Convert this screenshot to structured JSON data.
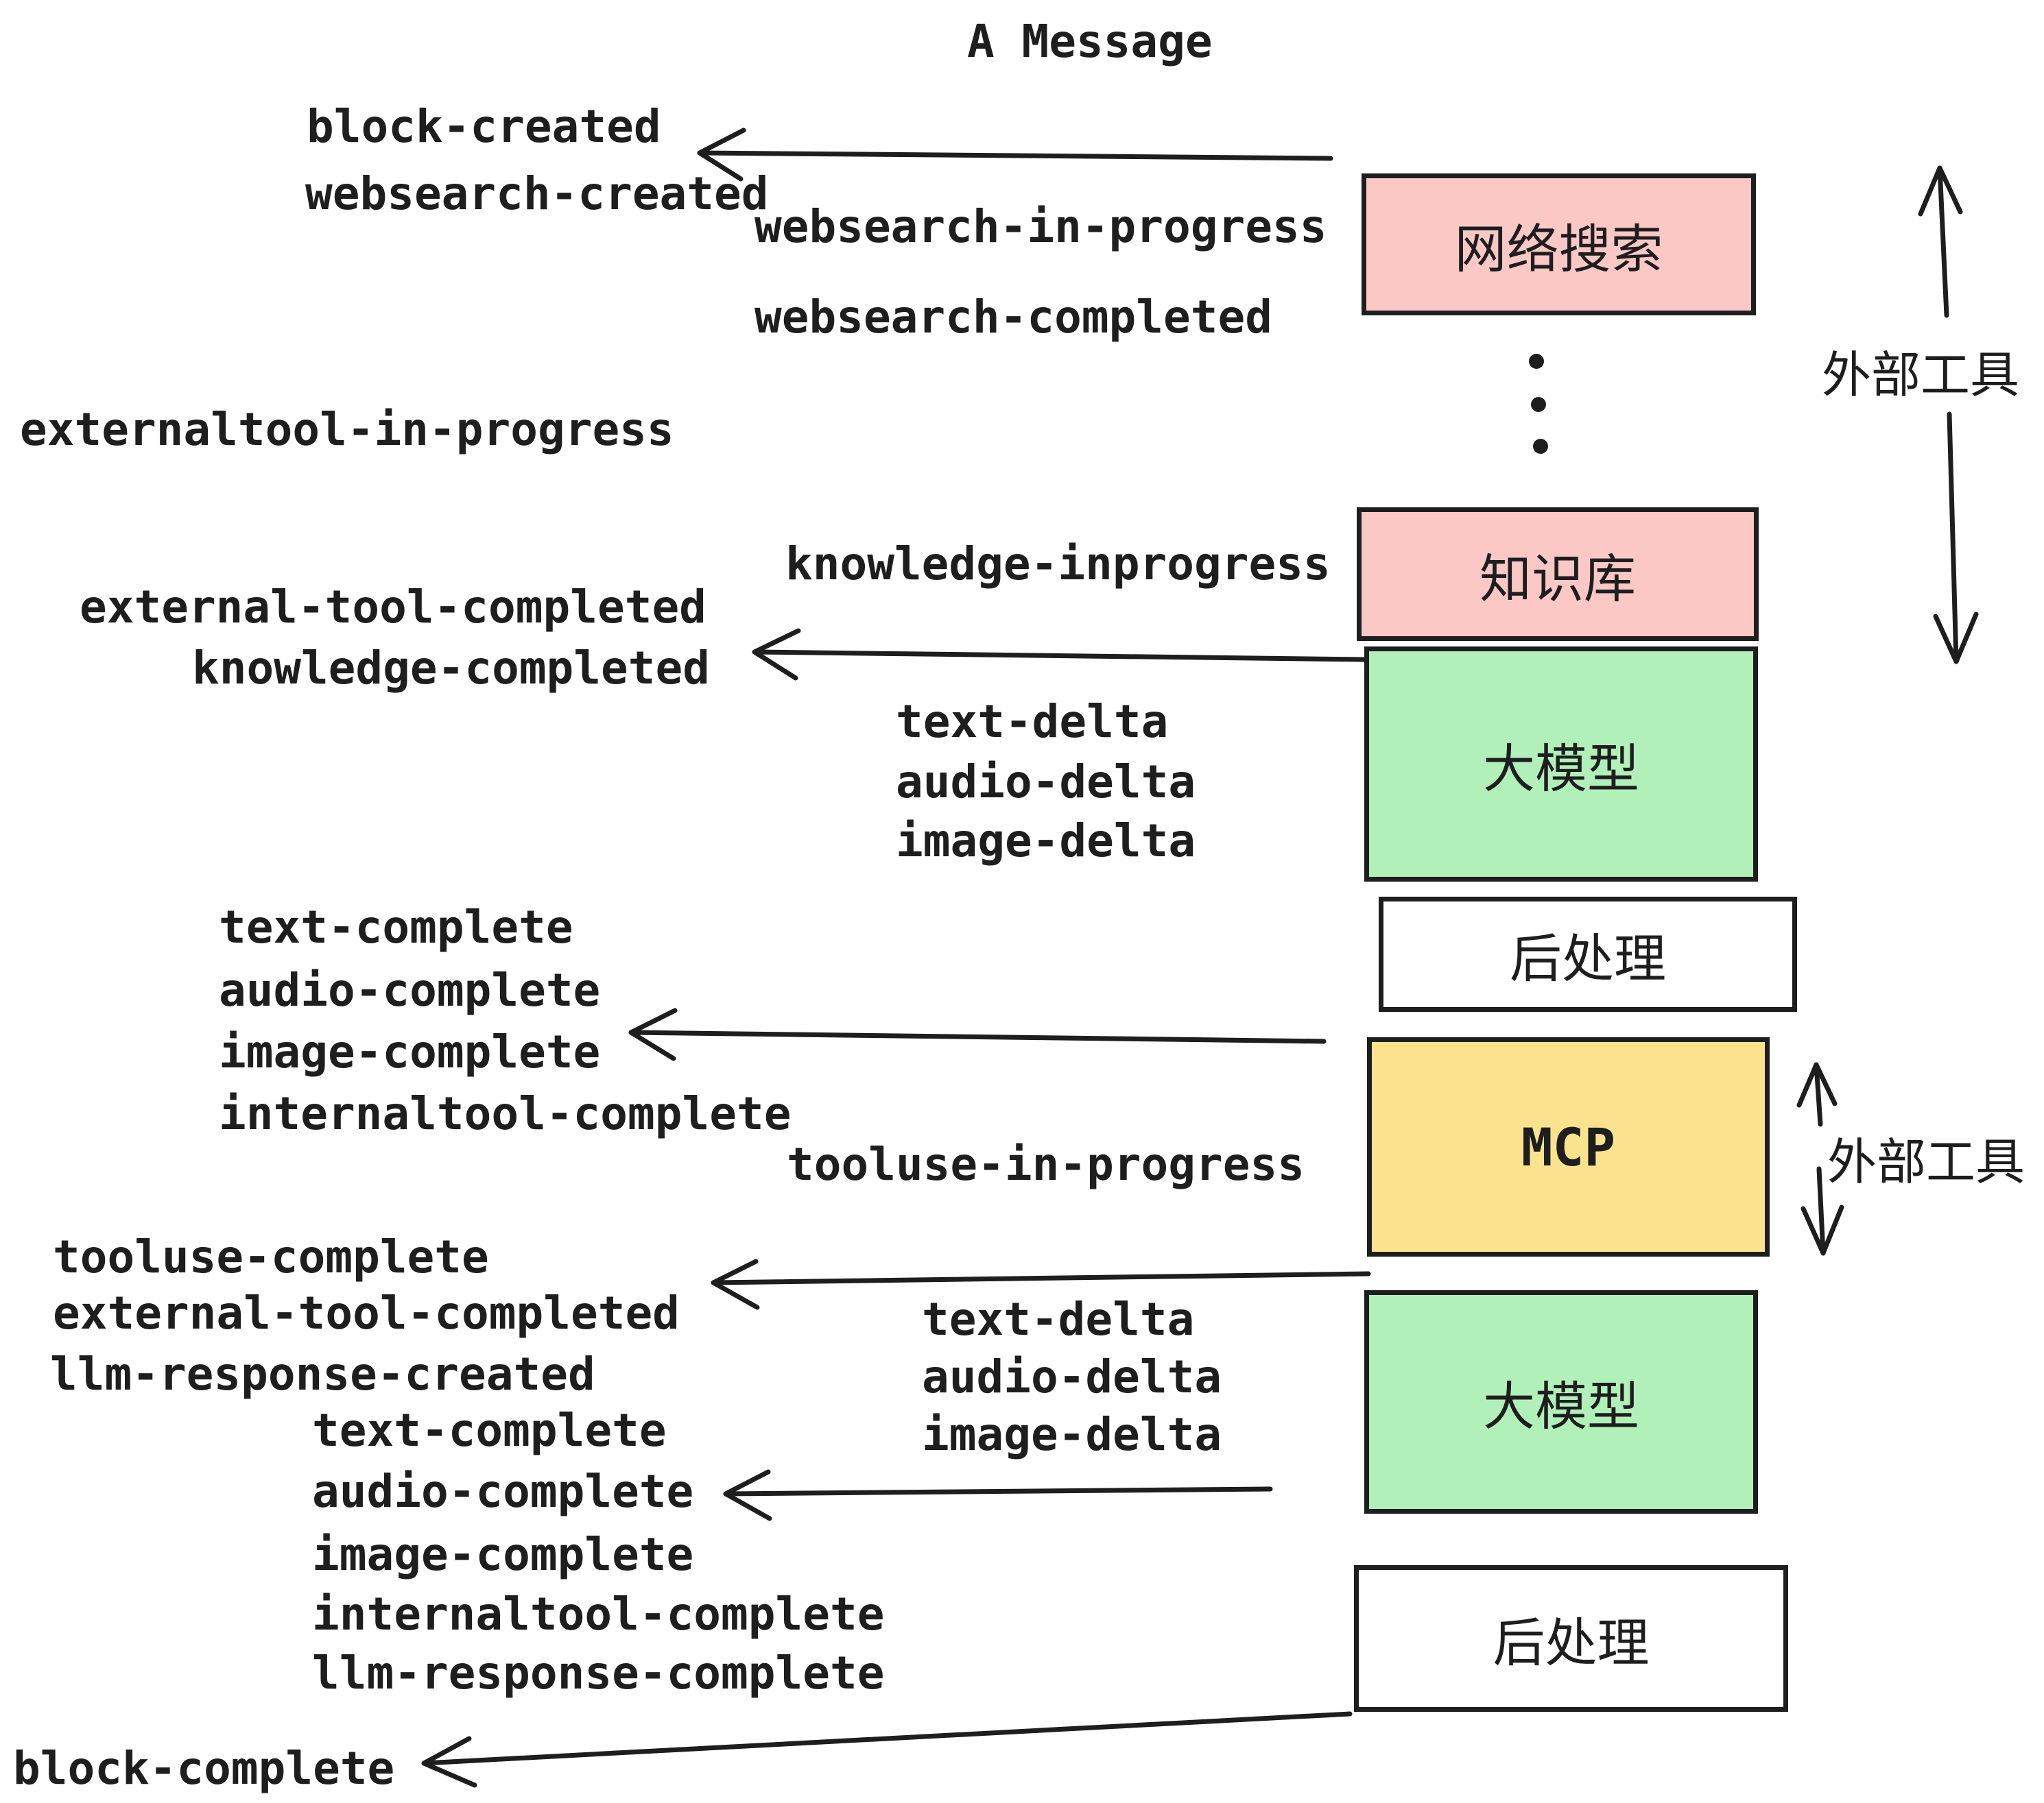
{
  "title": "A Message",
  "events": {
    "block_created": "block-created",
    "websearch_created": "websearch-created",
    "websearch_in_progress": "websearch-in-progress",
    "websearch_completed": "websearch-completed",
    "externaltool_in_progress": "externaltool-in-progress",
    "knowledge_inprogress": "knowledge-inprogress",
    "external_tool_completed_1": "external-tool-completed",
    "knowledge_completed": "knowledge-completed",
    "text_delta_1": "text-delta",
    "audio_delta_1": "audio-delta",
    "image_delta_1": "image-delta",
    "text_complete_1": "text-complete",
    "audio_complete_1": "audio-complete",
    "image_complete_1": "image-complete",
    "internaltool_complete_1": "internaltool-complete",
    "tooluse_in_progress": "tooluse-in-progress",
    "tooluse_complete": "tooluse-complete",
    "external_tool_completed_2": "external-tool-completed",
    "llm_response_created": "llm-response-created",
    "text_delta_2": "text-delta",
    "audio_delta_2": "audio-delta",
    "image_delta_2": "image-delta",
    "text_complete_2": "text-complete",
    "audio_complete_2": "audio-complete",
    "image_complete_2": "image-complete",
    "internaltool_complete_2": "internaltool-complete",
    "llm_response_complete": "llm-response-complete",
    "block_complete": "block-complete"
  },
  "boxes": [
    {
      "id": "websearch",
      "label": "网络搜索",
      "fill": "#fbc8c6"
    },
    {
      "id": "knowledge",
      "label": "知识库",
      "fill": "#fbc8c6"
    },
    {
      "id": "llm1",
      "label": "大模型",
      "fill": "#b2f0ba"
    },
    {
      "id": "post1",
      "label": "后处理",
      "fill": "#ffffff"
    },
    {
      "id": "mcp",
      "label": "MCP",
      "fill": "#fbe38e"
    },
    {
      "id": "llm2",
      "label": "大模型",
      "fill": "#b2f0ba"
    },
    {
      "id": "post2",
      "label": "后处理",
      "fill": "#ffffff"
    }
  ],
  "annotations": {
    "external_tools_1": "外部工具",
    "external_tools_2": "外部工具"
  },
  "colors": {
    "stroke": "#1e1e1e",
    "pink": "#fbc8c6",
    "green": "#b2f0ba",
    "yellow": "#fbe38e",
    "background": "#ffffff"
  }
}
